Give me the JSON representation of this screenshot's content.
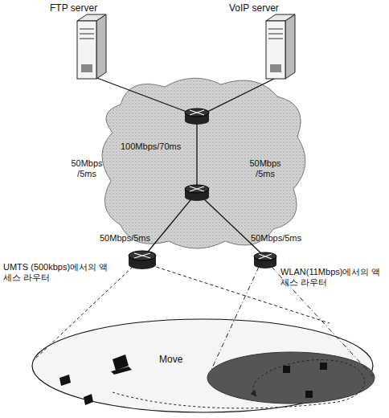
{
  "diagram": {
    "nodes": [
      {
        "text": [
          "FTP server"
        ]
      },
      {
        "text": [
          "VoIP server"
        ]
      },
      {
        "text": [
          "UMTS (500kbps)에서의 액세스 라우터"
        ]
      },
      {
        "text": [
          "WLAN(11Mbps)에서의 액세스 라우터"
        ]
      }
    ],
    "labels": [
      "50Mbps /5ms",
      "50Mbps /5ms",
      "100Mbps/70ms",
      "50Mbps/5ms",
      "50Mbps/5ms",
      "Move"
    ]
  }
}
